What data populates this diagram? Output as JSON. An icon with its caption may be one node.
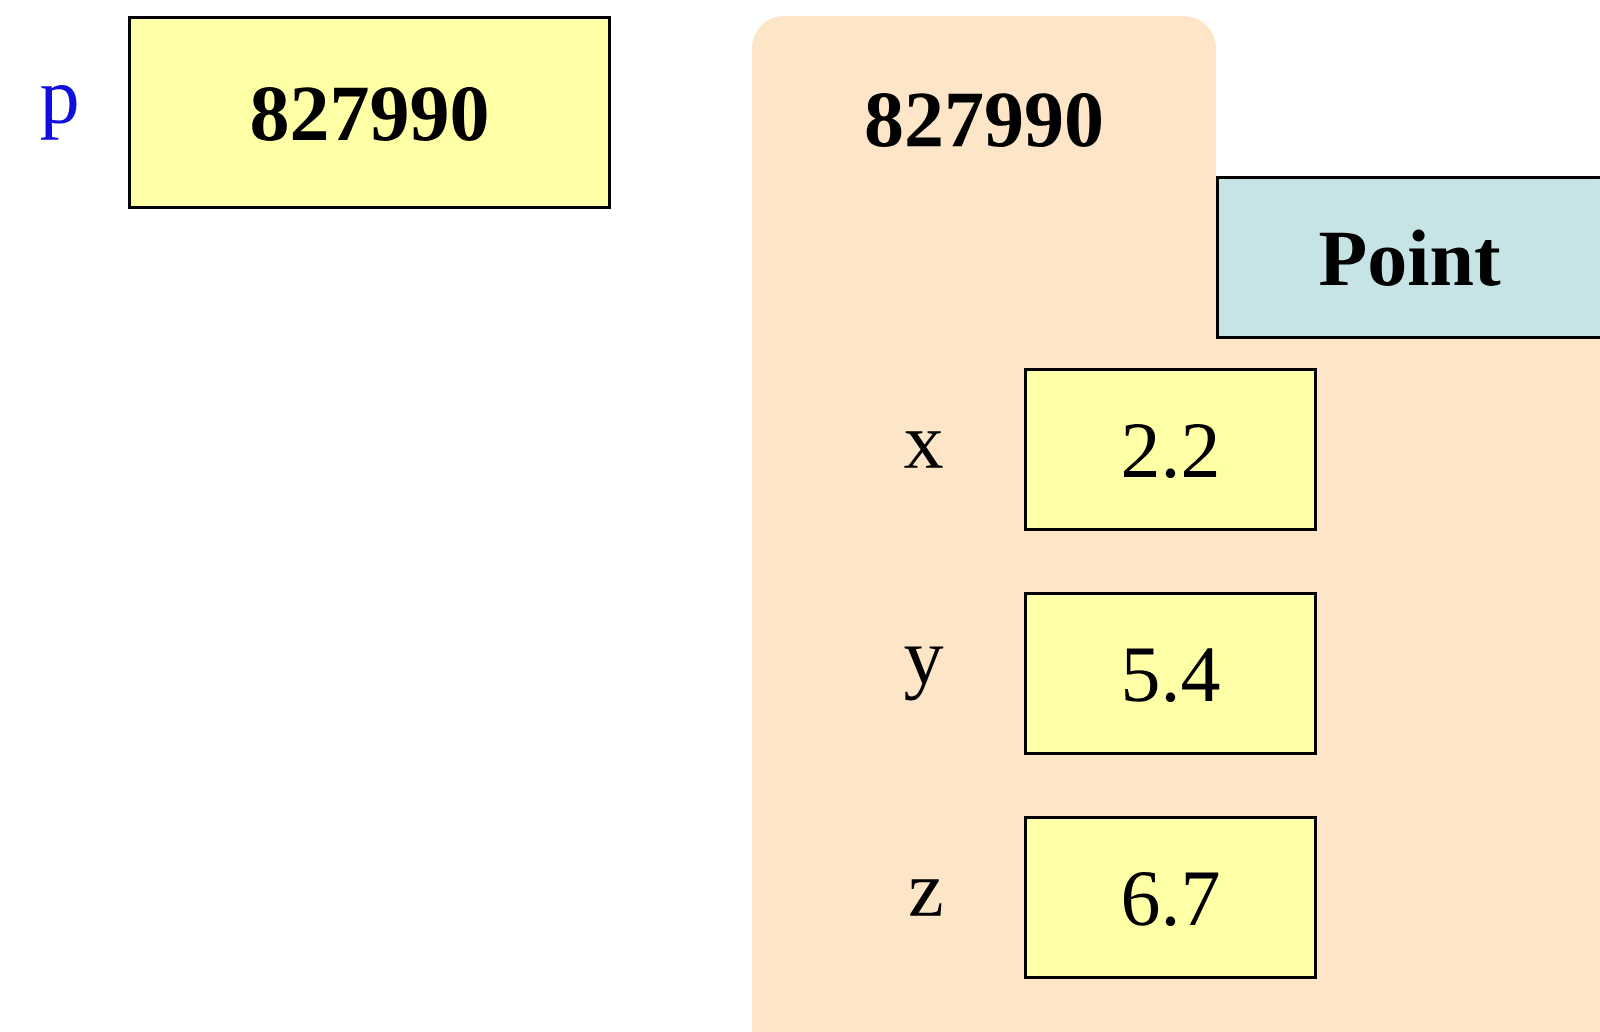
{
  "diagram": {
    "nodes": [
      {
        "text": [
          "827990"
        ],
        "beside": [
          "p"
        ]
      },
      {
        "text": [
          "827990"
        ]
      },
      {
        "text": [
          "Point"
        ],
        "in": 1
      },
      {
        "text": [
          "2.2"
        ],
        "beside": [
          "x"
        ],
        "in": 1
      },
      {
        "text": [
          "5.4"
        ],
        "beside": [
          "y"
        ],
        "in": 1
      },
      {
        "text": [
          "6.7"
        ],
        "beside": [
          "z"
        ],
        "in": 1
      }
    ]
  }
}
